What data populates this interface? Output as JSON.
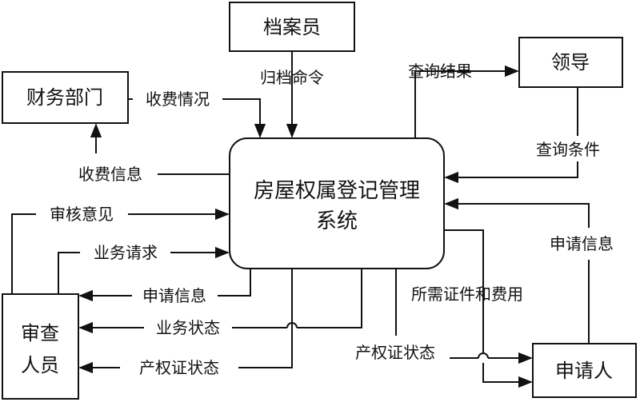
{
  "entities": {
    "archivist": "档案员",
    "finance": "财务部门",
    "leader": "领导",
    "reviewer": "审查人员",
    "applicant": "申请人"
  },
  "system": {
    "line1": "房屋权属登记管理",
    "line2": "系统"
  },
  "flows": {
    "archive_command": "归档命令",
    "fee_status": "收费情况",
    "fee_info": "收费信息",
    "query_result": "查询结果",
    "query_condition": "查询条件",
    "review_opinion": "审核意见",
    "business_request": "业务请求",
    "application_info_out": "申请信息",
    "business_status": "业务状态",
    "certificate_status_reviewer": "产权证状态",
    "application_info_in": "申请信息",
    "required_docs_fees": "所需证件和费用",
    "certificate_status_applicant": "产权证状态"
  }
}
